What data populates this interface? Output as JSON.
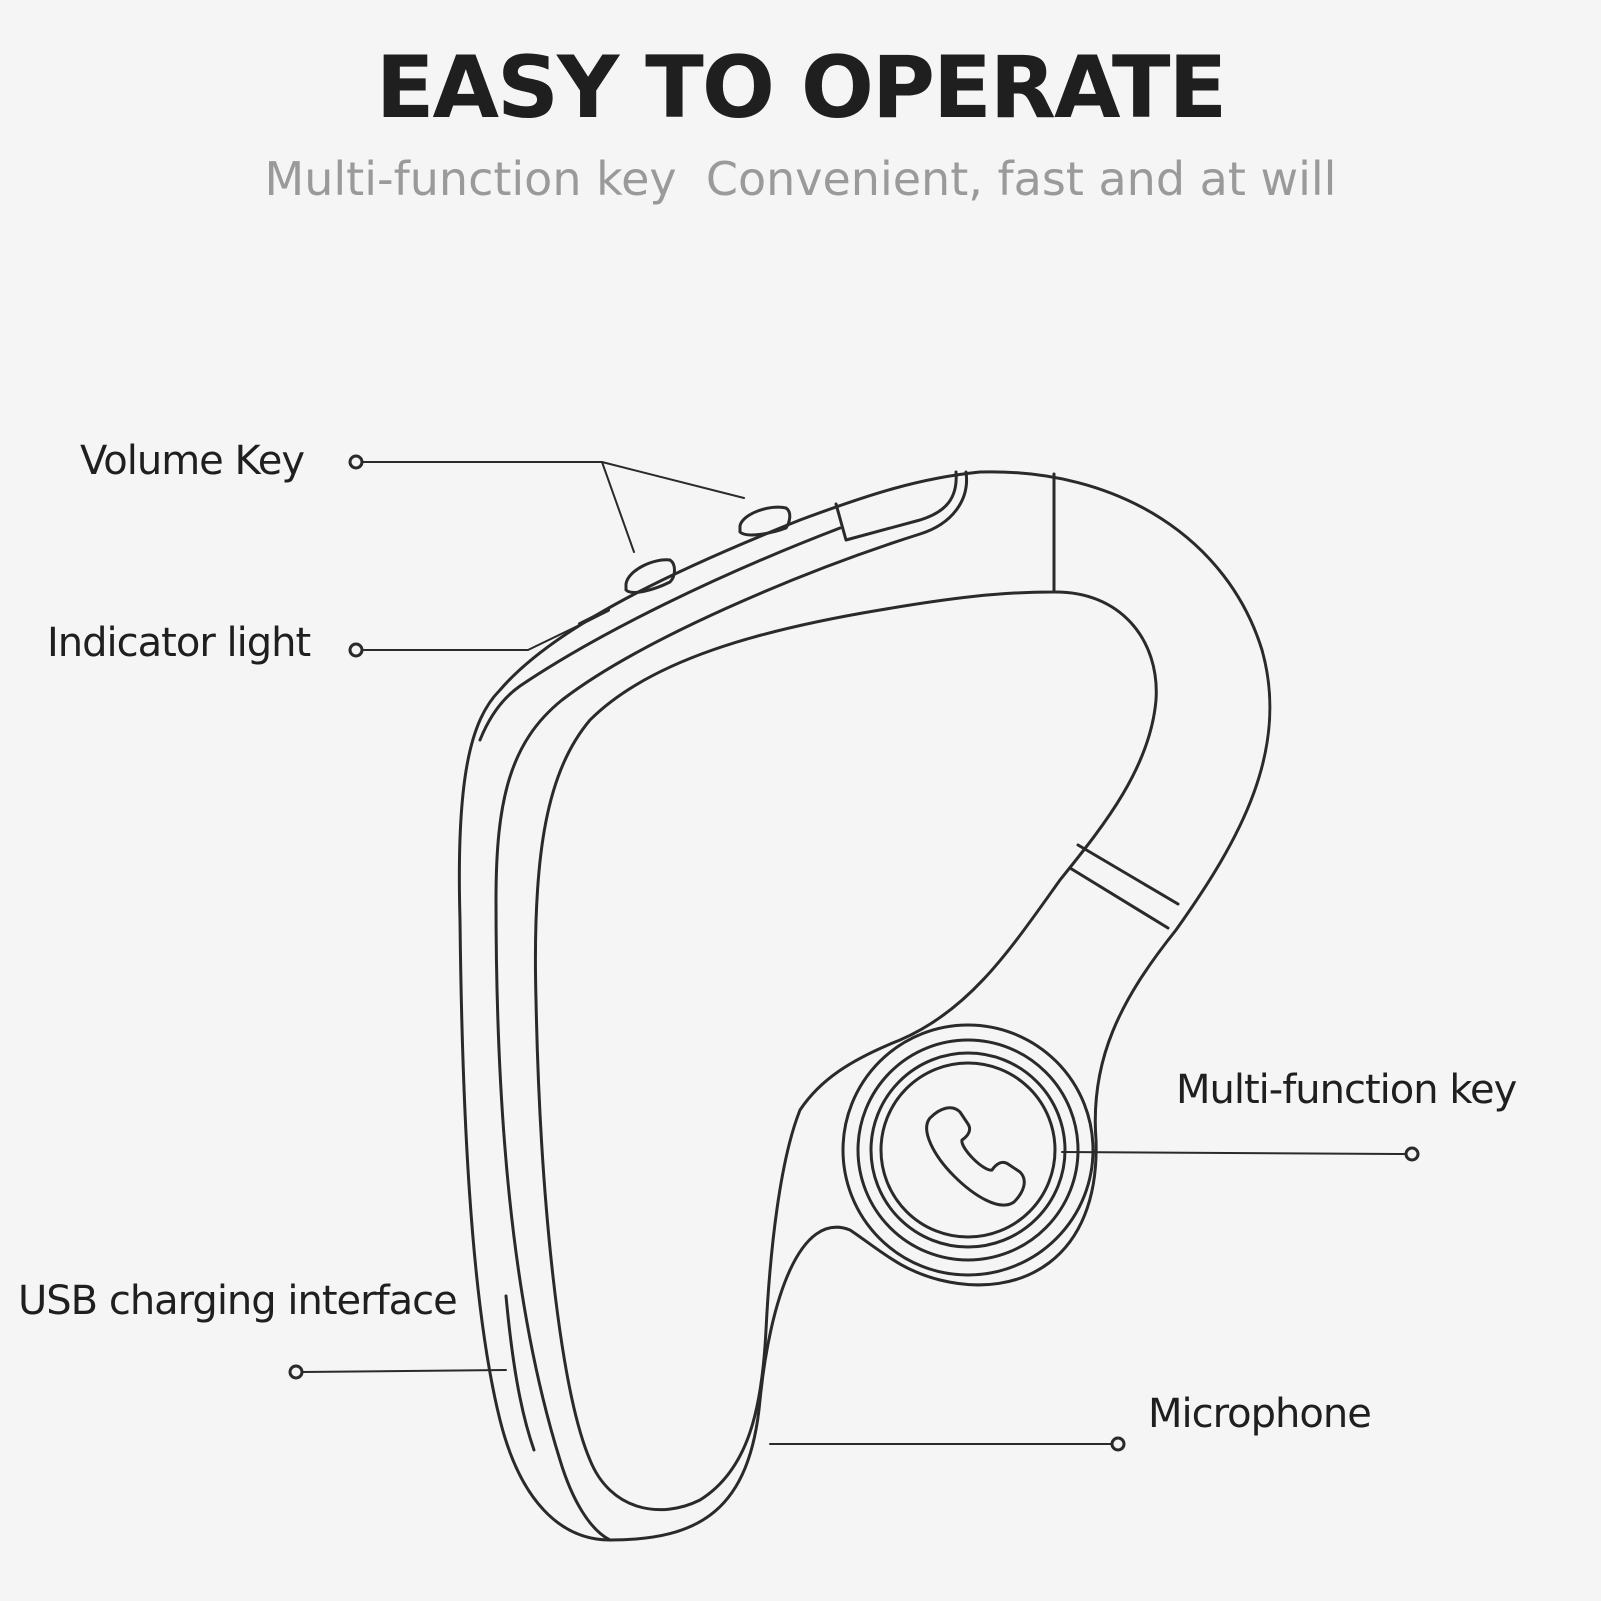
{
  "title": "EASY TO OPERATE",
  "subtitle": "Multi-function key  Convenient, fast and at will",
  "labels": {
    "volume_key": "Volume Key",
    "indicator_light": "Indicator light",
    "usb_charging": "USB charging interface",
    "multi_function_key": "Multi-function key",
    "microphone": "Microphone"
  },
  "colors": {
    "background": "#f5f5f5",
    "line": "#2a2a2a",
    "subtitle": "#9a9a9a"
  },
  "icons": {
    "multi_function_key": "phone-handset-icon"
  }
}
